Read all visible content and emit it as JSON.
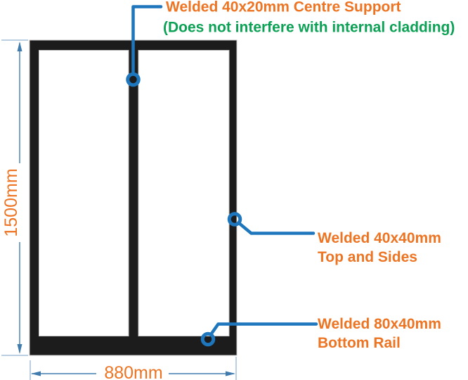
{
  "colors": {
    "background": "#ffffff",
    "annotation_orange": "#ED7423",
    "note_green": "#0CA155",
    "callout_blue": "#1E76BD",
    "dimension_blue": "#3F7BAD",
    "extension_blue": "#A3BFD8",
    "frame_black": "#1D1C1D",
    "frame_outline_gray": "#C6C6C6"
  },
  "diagram": {
    "callouts": {
      "centre_support": {
        "label": "Welded 40x20mm Centre Support",
        "note": "(Does not interfere with internal cladding)"
      },
      "top_sides": {
        "line1": "Welded 40x40mm",
        "line2": "Top and Sides"
      },
      "bottom_rail": {
        "line1": "Welded 80x40mm",
        "line2": "Bottom Rail"
      }
    },
    "dimensions": {
      "height_label": "1500mm",
      "width_label": "880mm"
    }
  }
}
